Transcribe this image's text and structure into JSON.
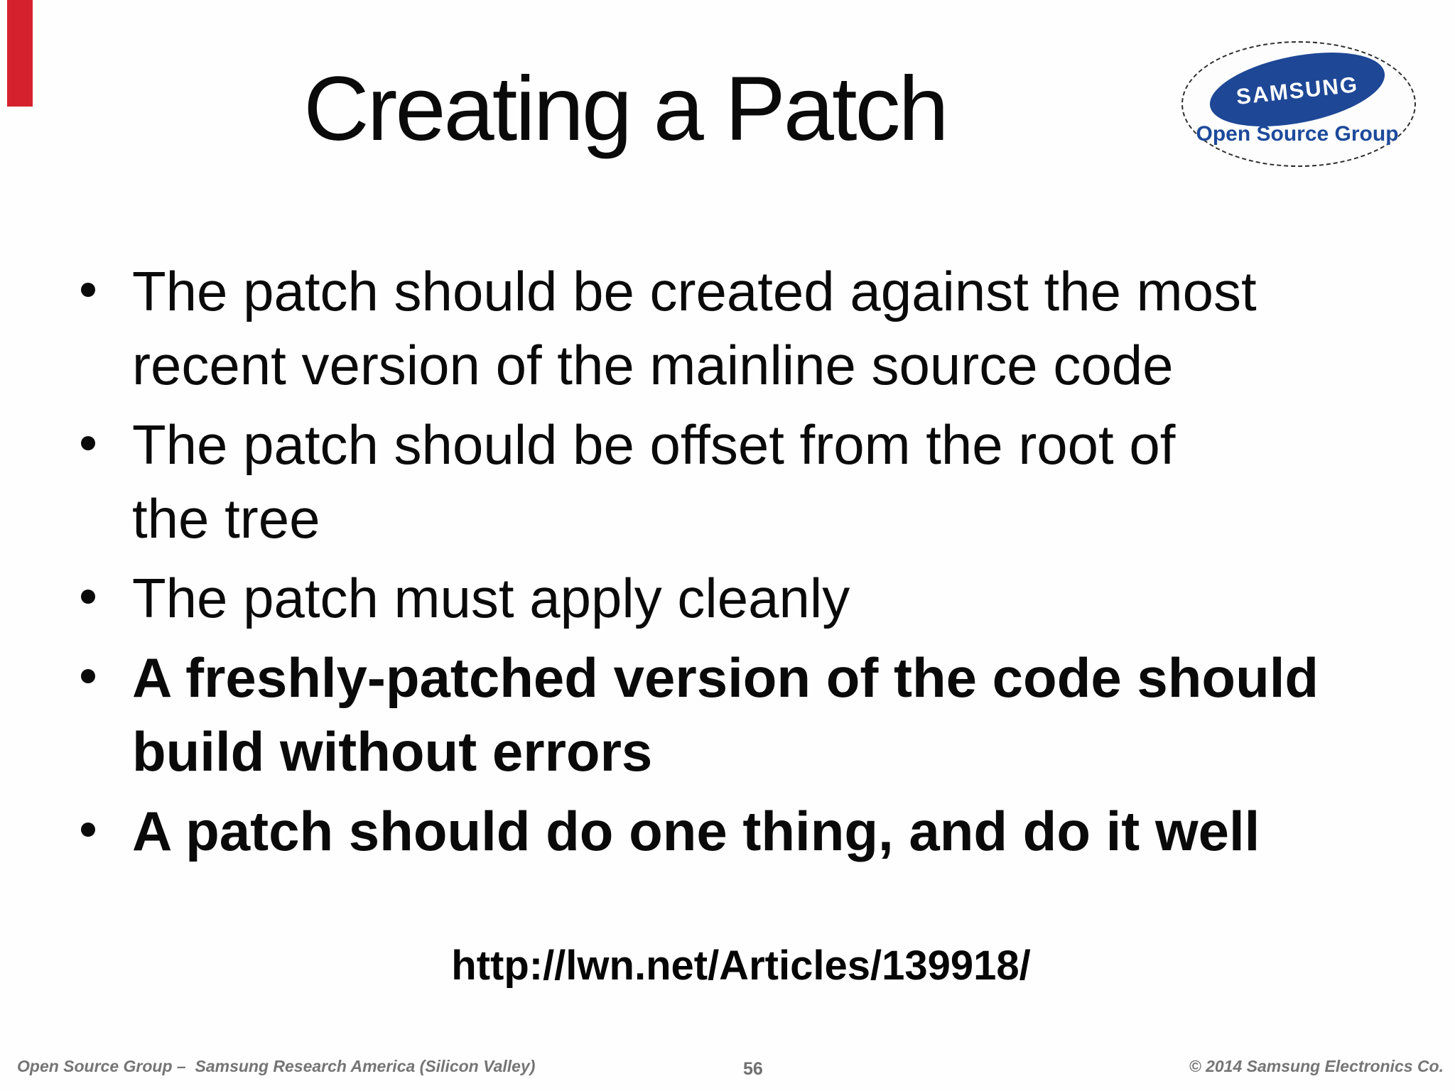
{
  "slide": {
    "title": "Creating a Patch",
    "bullets": [
      {
        "text": "The patch should be created against the most\nrecent version of the mainline source code",
        "bold": false
      },
      {
        "text": "The patch should be offset from the root of\nthe tree",
        "bold": false
      },
      {
        "text": "The patch must apply cleanly",
        "bold": false
      },
      {
        "text": "A freshly-patched version of the code should\nbuild without errors",
        "bold": true
      },
      {
        "text": "A patch should do one thing, and do it well",
        "bold": true
      }
    ],
    "link": "http://lwn.net/Articles/139918/"
  },
  "logo": {
    "brand": "SAMSUNG",
    "subtitle": "Open Source Group",
    "ellipse_blue": "#1e4796",
    "subtitle_blue": "#1d4a9b"
  },
  "footer": {
    "left": "Open Source Group –  Samsung Research America (Silicon Valley)",
    "page_number": "56",
    "right": "© 2014 Samsung Electronics Co."
  },
  "colors": {
    "background": "#fefefe",
    "text": "#0a0a0a",
    "footer_gray": "#757575",
    "progress_red": "#d4212d"
  }
}
